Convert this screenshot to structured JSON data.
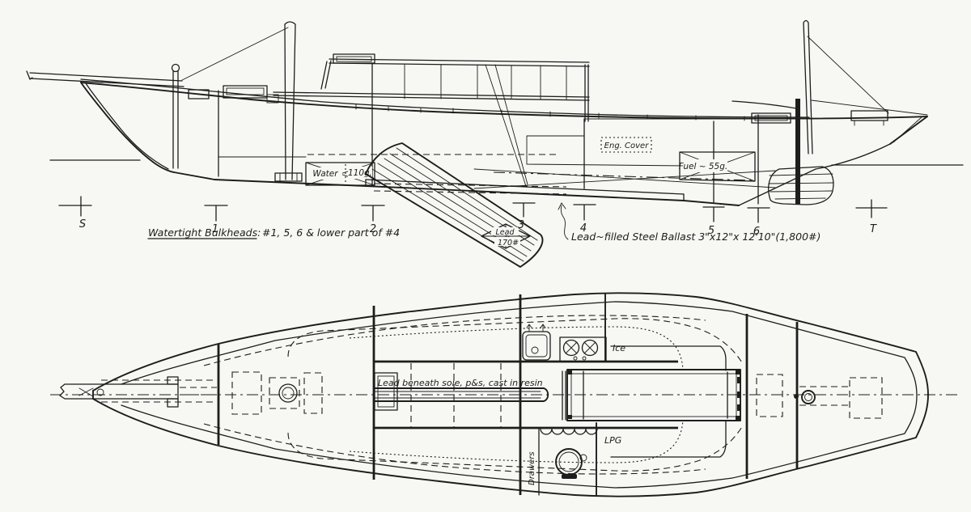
{
  "drawing": {
    "type": "boat construction plan, profile and deck arrangement views",
    "paper_color": "#f7f7f4",
    "ink_color": "#1d1d1b",
    "profile": {
      "water_label": "Water",
      "water_qty": "110g.",
      "eng_cover": "Eng. Cover",
      "fuel": "Fuel ~ 55g.",
      "cb_lead": "Lead",
      "cb_weight": "170#",
      "bulkheads_title": "Watertight Bulkheads:",
      "bulkheads_detail": "#1, 5, 6 & lower part of #4",
      "ballast_note": "Lead~filled Steel Ballast 3\"x12\"x 12'10\"(1,800#)",
      "stations": [
        "S",
        "1",
        "2",
        "3",
        "4",
        "5",
        "6",
        "T"
      ]
    },
    "plan": {
      "sole_note": "Lead beneath sole, p&s, cast in resin",
      "ice": "Ice",
      "lpg": "LPG",
      "drawers": "Drawers"
    }
  }
}
